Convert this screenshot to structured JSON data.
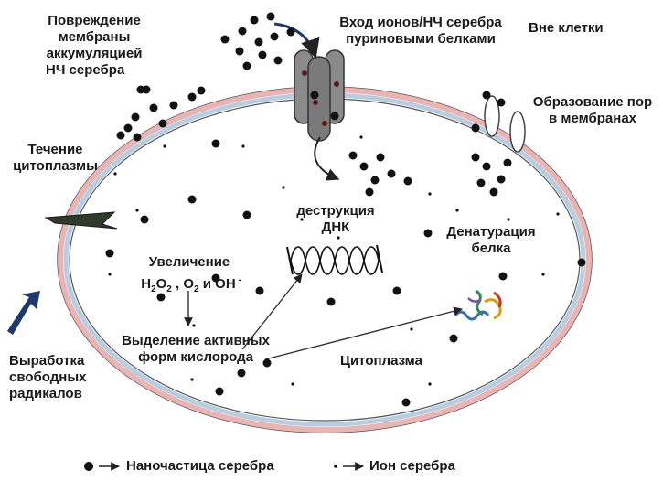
{
  "labels": {
    "membrane_damage": [
      "Повреждение",
      "мембраны",
      "аккумуляцией",
      "НЧ серебра"
    ],
    "ion_entry": [
      "Вход ионов/НЧ серебра",
      "пуриновыми белками"
    ],
    "outside": "Вне клетки",
    "pore_formation": [
      "Образование пор",
      "в мембранах"
    ],
    "cytoplasm_flow": [
      "Течение",
      "цитоплазмы"
    ],
    "dna_destruction": [
      "деструкция",
      "ДНК"
    ],
    "protein_denaturation": [
      "Денатурация",
      "белка"
    ],
    "increase": "Увеличение",
    "ros_release": [
      "Выделение активных",
      "форм кислорода"
    ],
    "cytoplasm": "Цитоплазма",
    "free_radicals": [
      "Выработка",
      "свободных",
      "радикалов"
    ]
  },
  "formula": {
    "h": "H",
    "sub2a": "2",
    "o": "O",
    "sub2b": "2",
    "sep1": " , ",
    "o2": "O",
    "sub2c": "2",
    "and": " и ",
    "oh": "OH",
    "minus": " -"
  },
  "legend": {
    "nanoparticle": "Наночастица серебра",
    "ion": "Ион серебра"
  },
  "colors": {
    "membrane_outer": "#e9b4b4",
    "membrane_inner": "#b9cde0",
    "channel": "#8a8a8a",
    "particle": "#111111",
    "arrow_blue": "#1f3a68"
  }
}
